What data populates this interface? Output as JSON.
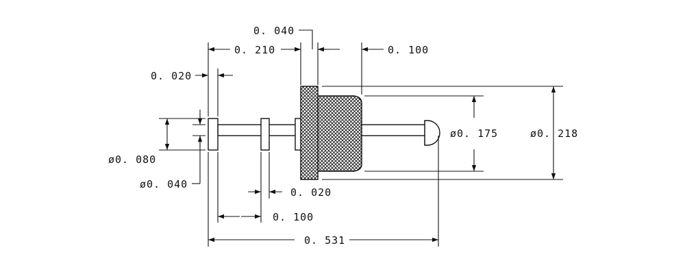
{
  "drawing": {
    "dimensions": {
      "head_width": "0. 040",
      "length_to_head": "0. 210",
      "knurl_length": "0. 100",
      "flange_width": "0. 020",
      "dia_knurl": "ø0. 175",
      "dia_head": "ø0. 218",
      "dia_flange": "ø0. 080",
      "dia_pin": "ø0. 040",
      "collar_width": "0. 020",
      "collar_spacing": "0. 100",
      "overall_length": "0. 531"
    }
  }
}
